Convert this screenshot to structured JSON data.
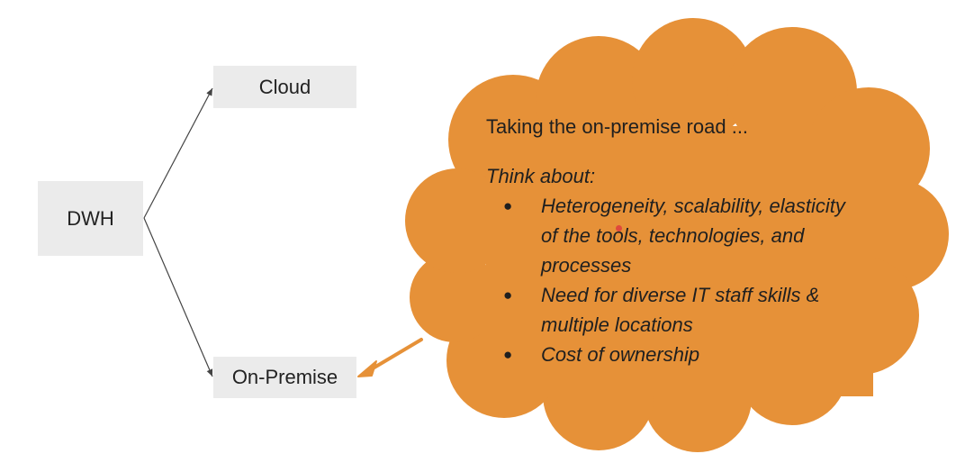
{
  "diagram": {
    "root": {
      "label": "DWH"
    },
    "options": [
      {
        "id": "cloud",
        "label": "Cloud"
      },
      {
        "id": "on-premise",
        "label": "On-Premise"
      }
    ],
    "callout": {
      "heading": "Taking the on-premise road ...",
      "subheading": "Think about:",
      "bullets": [
        "Heterogeneity, scalability, elasticity of the tools, technologies, and processes",
        "Need for diverse IT staff skills & multiple locations",
        "Cost of ownership"
      ],
      "bullet_symbol": "●"
    },
    "colors": {
      "box_fill": "#ebebeb",
      "cloud_fill": "#e69138",
      "connector": "#444444",
      "callout_arrow": "#e69138",
      "annotation_dot": "#e0483c"
    }
  }
}
